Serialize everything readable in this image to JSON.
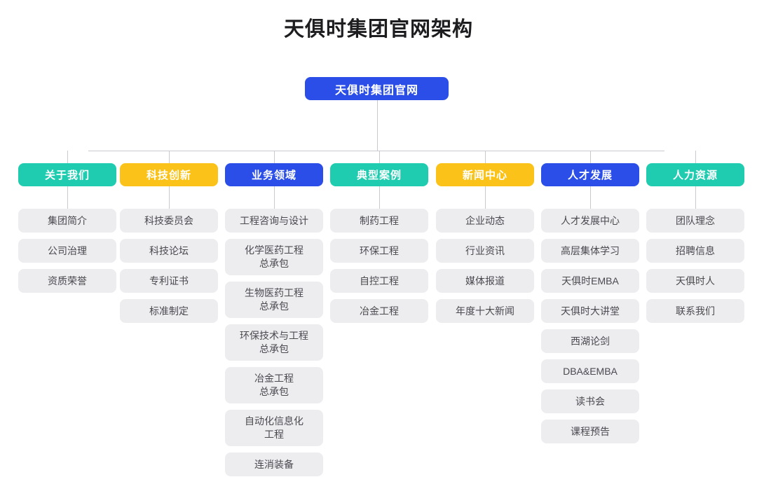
{
  "title": "天俱时集团官网架构",
  "root": {
    "label": "天俱时集团官网",
    "color": "#2b4ee8"
  },
  "palette": {
    "teal": "#1fccb0",
    "yellow": "#fbc319",
    "blue": "#2b4ee8",
    "item_bg": "#ededf0",
    "item_text": "#4a4a4f",
    "connector": "#c9c9cf",
    "page_bg": "#ffffff",
    "title_text": "#1d1d1f"
  },
  "columns": [
    {
      "header": "关于我们",
      "color": "teal",
      "items": [
        "集团简介",
        "公司治理",
        "资质荣誉"
      ]
    },
    {
      "header": "科技创新",
      "color": "yellow",
      "items": [
        "科技委员会",
        "科技论坛",
        "专利证书",
        "标准制定"
      ]
    },
    {
      "header": "业务领域",
      "color": "blue",
      "items": [
        "工程咨询与设计",
        "化学医药工程\n总承包",
        "生物医药工程\n总承包",
        "环保技术与工程\n总承包",
        "冶金工程\n总承包",
        "自动化信息化\n工程",
        "连消装备"
      ]
    },
    {
      "header": "典型案例",
      "color": "teal",
      "items": [
        "制药工程",
        "环保工程",
        "自控工程",
        "冶金工程"
      ]
    },
    {
      "header": "新闻中心",
      "color": "yellow",
      "items": [
        "企业动态",
        "行业资讯",
        "媒体报道",
        "年度十大新闻"
      ]
    },
    {
      "header": "人才发展",
      "color": "blue",
      "items": [
        "人才发展中心",
        "高层集体学习",
        "天俱时EMBA",
        "天俱时大讲堂",
        "西湖论剑",
        "DBA&EMBA",
        "读书会",
        "课程预告"
      ]
    },
    {
      "header": "人力资源",
      "color": "teal",
      "items": [
        "团队理念",
        "招聘信息",
        "天俱时人",
        "联系我们"
      ]
    }
  ],
  "chart_data": {
    "type": "diagram",
    "diagram_type": "organizational-tree",
    "title": "天俱时集团官网架构",
    "root": "天俱时集团官网",
    "branches": [
      {
        "name": "关于我们",
        "children": [
          "集团简介",
          "公司治理",
          "资质荣誉"
        ]
      },
      {
        "name": "科技创新",
        "children": [
          "科技委员会",
          "科技论坛",
          "专利证书",
          "标准制定"
        ]
      },
      {
        "name": "业务领域",
        "children": [
          "工程咨询与设计",
          "化学医药工程总承包",
          "生物医药工程总承包",
          "环保技术与工程总承包",
          "冶金工程总承包",
          "自动化信息化工程",
          "连消装备"
        ]
      },
      {
        "name": "典型案例",
        "children": [
          "制药工程",
          "环保工程",
          "自控工程",
          "冶金工程"
        ]
      },
      {
        "name": "新闻中心",
        "children": [
          "企业动态",
          "行业资讯",
          "媒体报道",
          "年度十大新闻"
        ]
      },
      {
        "name": "人才发展",
        "children": [
          "人才发展中心",
          "高层集体学习",
          "天俱时EMBA",
          "天俱时大讲堂",
          "西湖论剑",
          "DBA&EMBA",
          "读书会",
          "课程预告"
        ]
      },
      {
        "name": "人力资源",
        "children": [
          "团队理念",
          "招聘信息",
          "天俱时人",
          "联系我们"
        ]
      }
    ]
  }
}
